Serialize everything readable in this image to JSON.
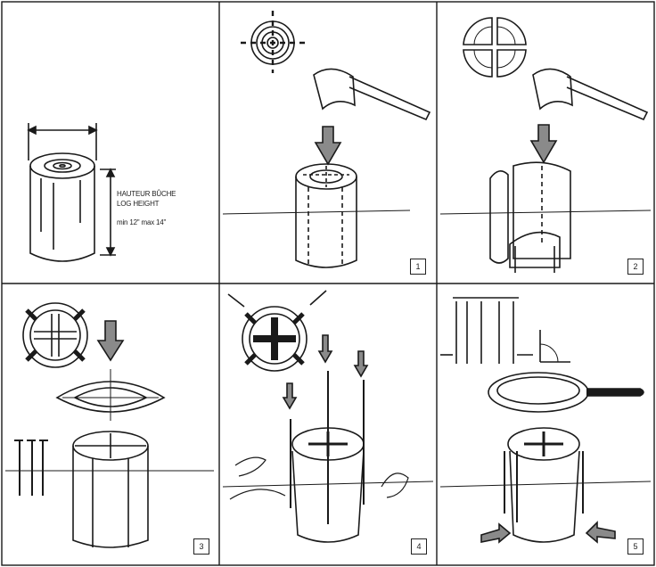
{
  "panels": [
    {
      "step": "",
      "label_fr": "HAUTEUR BÛCHE",
      "label_en": "LOG HEIGHT",
      "size_note": "min 12\" max 14\""
    },
    {
      "step": "1"
    },
    {
      "step": "2"
    },
    {
      "step": "3"
    },
    {
      "step": "4"
    },
    {
      "step": "5"
    }
  ],
  "colors": {
    "line": "#1a1a1a",
    "arrow_fill": "#8a8a8a",
    "background": "#ffffff"
  }
}
